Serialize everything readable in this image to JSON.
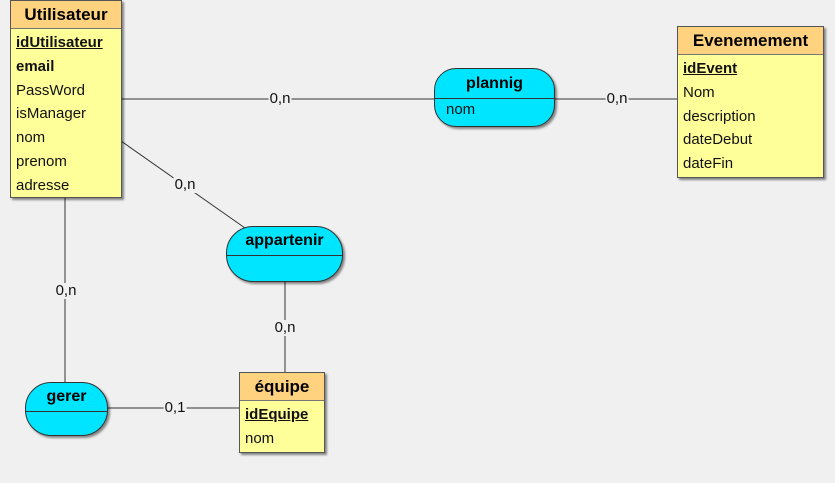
{
  "entities": {
    "utilisateur": {
      "name": "Utilisateur",
      "attributes": [
        "idUtilisateur",
        "email",
        "PassWord",
        "isManager",
        "nom",
        "prenom",
        "adresse"
      ]
    },
    "evenement": {
      "name": "Evenemement",
      "attributes": [
        "idEvent",
        "Nom",
        "description",
        "dateDebut",
        "dateFin"
      ]
    },
    "equipe": {
      "name": "équipe",
      "attributes": [
        "idEquipe",
        "nom"
      ]
    }
  },
  "associations": {
    "plannig": {
      "name": "plannig",
      "attributes": [
        "nom"
      ]
    },
    "appartenir": {
      "name": "appartenir",
      "attributes": []
    },
    "gerer": {
      "name": "gerer",
      "attributes": []
    }
  },
  "cardinalities": {
    "utilisateur_plannig": "0,n",
    "evenement_plannig": "0,n",
    "utilisateur_appartenir": "0,n",
    "equipe_appartenir": "0,n",
    "utilisateur_gerer": "0,n",
    "equipe_gerer": "0,1"
  },
  "colors": {
    "entity_body": "#ffff99",
    "entity_header": "#ffd27f",
    "association": "#00e5ff",
    "background": "#f0f0f0"
  }
}
